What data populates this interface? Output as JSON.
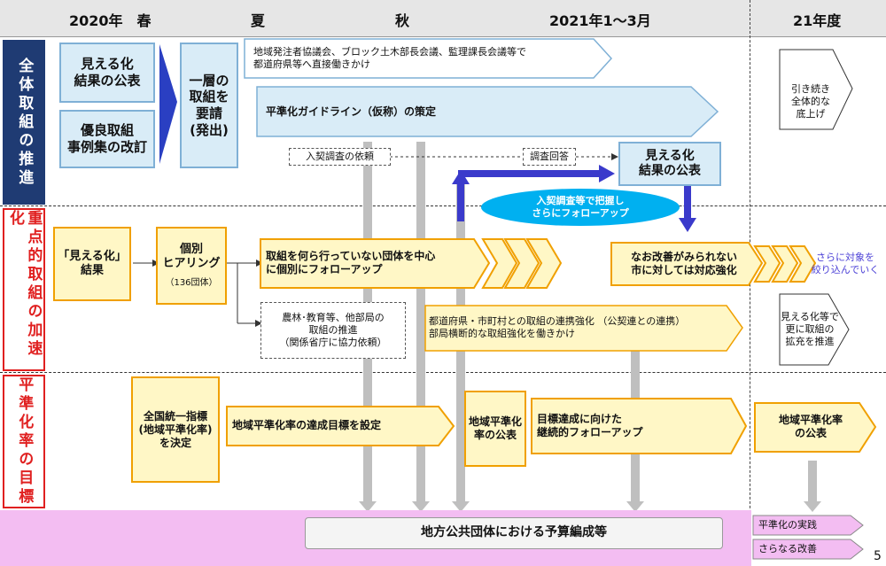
{
  "header": {
    "spring": "2020年　春",
    "summer": "夏",
    "autumn": "秋",
    "q4": "2021年1～3月",
    "fy21": "21年度"
  },
  "rows": {
    "row1": "全体取組の推進",
    "row2": "重点的取組の加速化",
    "row3": "平準化率の目標"
  },
  "row1": {
    "mieruka_pub": "見える化\n結果の公表",
    "yuryo": "優良取組\n事例集の改訂",
    "request": "一層の\n取組を\n要請\n(発出)",
    "council": "地域発注者協議会、ブロック土木部長会議、監理課長会議等で\n都道府県等へ直接働きかけ",
    "guideline": "平準化ガイドライン（仮称）の策定",
    "survey_req": "入契調査の依頼",
    "survey_ans": "調査回答",
    "mieruka_pub2": "見える化\n結果の公表",
    "oval": "入契調査等で把握し\nさらにフォローアップ",
    "continue": "引き続き\n全体的な\n底上げ"
  },
  "row2": {
    "mieruka_res": "「見える化」\n結果",
    "hearing": "個別\nヒアリング",
    "hearing_count": "（136団体）",
    "followup": "取組を何ら行っていない団体を中心\nに個別にフォローアップ",
    "nourin": "農林･教育等、他部局の\n取組の推進\n（関係省庁に協力依頼）",
    "renkei": "都道府県・市町村との取組の連携強化 （公契連との連携）\n部局横断的な取組強化を働きかけ",
    "naoka": "なお改善がみられない\n市に対しては対応強化",
    "narrow": "さらに対象を\n絞り込んでいく",
    "expand": "見える化等で\n更に取組の\n拡充を推進"
  },
  "row3": {
    "index": "全国統一指標\n(地域平準化率)\nを決定",
    "target": "地域平準化率の達成目標を設定",
    "rate_pub": "地域平準化\n率の公表",
    "cont_follow": "目標達成に向けた\n継続的フォローアップ",
    "rate_pub2": "地域平準化率\nの公表"
  },
  "bottom": {
    "budget": "地方公共団体における予算編成等",
    "practice": "平準化の実践",
    "improve": "さらなる改善",
    "page": "5"
  },
  "colors": {
    "navy": "#1f3b73",
    "red": "#e02020",
    "pink": "#f3bdf2",
    "arrow_blue": "#3a3acb"
  }
}
